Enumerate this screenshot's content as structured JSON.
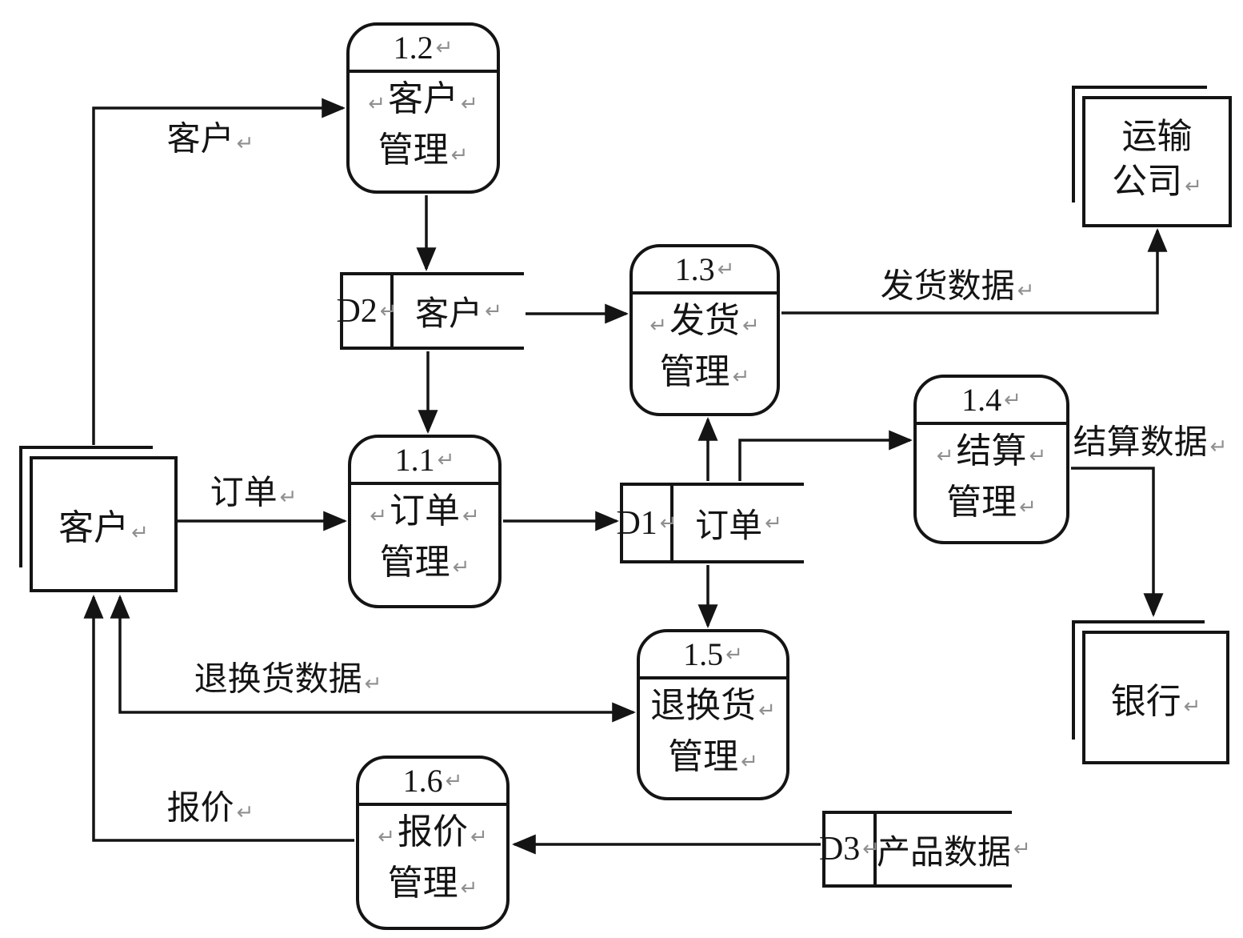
{
  "marks": {
    "return": "↵"
  },
  "colors": {
    "line": "#141414",
    "mark": "#8f8f8f",
    "background": "#ffffff"
  },
  "processes": {
    "p12": {
      "num": "1.2",
      "line1": "客户",
      "line2": "管理"
    },
    "p13": {
      "num": "1.3",
      "line1": "发货",
      "line2": "管理"
    },
    "p11": {
      "num": "1.1",
      "line1": "订单",
      "line2": "管理"
    },
    "p14": {
      "num": "1.4",
      "line1": "结算",
      "line2": "管理"
    },
    "p15": {
      "num": "1.5",
      "line1": "退换货",
      "line2": "管理"
    },
    "p16": {
      "num": "1.6",
      "line1": "报价",
      "line2": "管理"
    }
  },
  "entities": {
    "customer": {
      "label": "客户"
    },
    "transport": {
      "line1": "运输",
      "line2": "公司"
    },
    "bank": {
      "label": "银行"
    }
  },
  "stores": {
    "d2": {
      "id": "D2",
      "label": "客户"
    },
    "d1": {
      "id": "D1",
      "label": "订单"
    },
    "d3": {
      "id": "D3",
      "label": "产品数据"
    }
  },
  "flow_labels": {
    "customer_info": "客户",
    "order": "订单",
    "shipping_data": "发货数据",
    "settlement_data": "结算数据",
    "return_exchange_data": "退换货数据",
    "quote": "报价"
  }
}
